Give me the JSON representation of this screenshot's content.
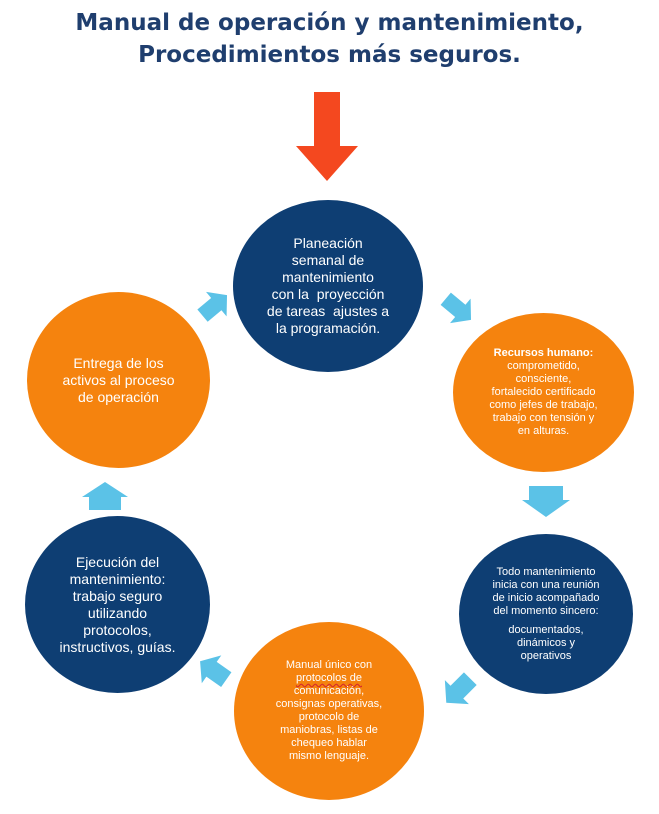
{
  "title": {
    "line1": "Manual de operación y mantenimiento,",
    "line2": "Procedimientos más seguros."
  },
  "colors": {
    "navy": "#0e3e73",
    "orange": "#f5830e",
    "cycle_arrow": "#5bc2e7",
    "main_arrow": "#f4481f",
    "title": "#1f3e6e"
  },
  "cycle": [
    {
      "id": "planeacion",
      "color": "navy",
      "lines": [
        "Planeación",
        "semanal de",
        "mantenimiento",
        "con la  proyección",
        "de tareas  ajustes a",
        "la programación."
      ]
    },
    {
      "id": "recursos",
      "color": "orange",
      "lead": "Recursos humano:",
      "lines": [
        "comprometido,",
        "consciente,",
        "fortalecido certificado",
        "como jefes de trabajo,",
        "trabajo con tensión y",
        "en alturas."
      ]
    },
    {
      "id": "todo",
      "color": "navy",
      "lines": [
        "Todo mantenimiento",
        "inicia con una reunión",
        "de inicio acompañado",
        "del momento sincero:"
      ],
      "lines2": [
        "documentados,",
        "dinámicos y",
        "operativos"
      ]
    },
    {
      "id": "manual",
      "color": "orange",
      "lines": [
        "Manual único con",
        "protocolos de",
        "comunicación,",
        "consignas operativas,",
        "protocolo de",
        "maniobras, listas de",
        "chequeo hablar",
        "mismo lenguaje."
      ]
    },
    {
      "id": "ejecucion",
      "color": "navy",
      "lines": [
        "Ejecución del",
        "mantenimiento:",
        "trabajo seguro",
        "utilizando",
        "protocolos,",
        "instructivos, guías."
      ]
    },
    {
      "id": "entrega",
      "color": "orange",
      "lines": [
        "Entrega de los",
        "activos al proceso",
        "de operación"
      ]
    }
  ]
}
